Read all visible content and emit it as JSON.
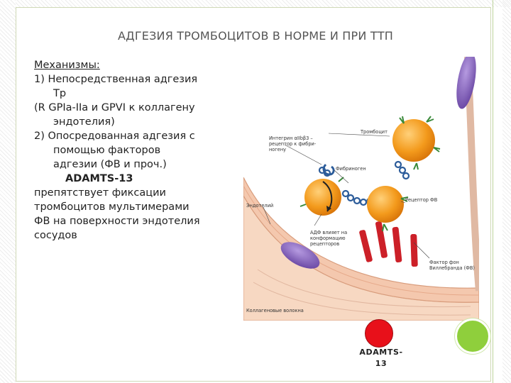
{
  "title": "АДГЕЗИЯ ТРОМБОЦИТОВ В НОРМЕ И ПРИ ТТП",
  "text": {
    "mechanisms_heading": "Механизмы:",
    "item1_line1": "1)  Непосредственная адгезия",
    "item1_line2": "Тр",
    "item1_line3": " (R GPIa-IIa  и GPVI к коллагену",
    "item1_line4": "эндотелия)",
    "item2_line1": "2) Опосредованная адгезия с",
    "item2_line2": "помощью факторов",
    "item2_line3": "адгезии (ФВ и проч.)",
    "adamts_heading": "ADAMTS-13",
    "body_line1": "препятствует фиксации",
    "body_line2": "тромбоцитов мультимерами",
    "body_line3": "ФВ на поверхности эндотелия",
    "body_line4": "сосудов"
  },
  "diagram": {
    "label_integrin": "Интегрин αIIbβ3 –",
    "label_integrin2": "рецептор к фибри-",
    "label_integrin3": "ногену",
    "label_platelet": "Тромбоцит",
    "label_fibrinogen": "Фибриноген",
    "label_endothelium": "Эндотелий",
    "label_vwf_receptor": "Рецептор ФВ",
    "label_adp1": "АДФ влияет на",
    "label_adp2": "конформацию",
    "label_adp3": "рецепторов",
    "label_vwf1": "Фактор фон",
    "label_vwf2": "Виллебранда (ФВ)",
    "label_collagen": "Коллагеновые волокна"
  },
  "bottom": {
    "adamts_line1": "ADAMTS-",
    "adamts_line2": "13"
  },
  "colors": {
    "platelet": "#f39a1c",
    "vessel_wall": "#f4c8ae",
    "cell_purple": "#7d5cb4",
    "adamts_red": "#e8101a",
    "green_dot": "#8fcf3c",
    "fibrinogen_blue": "#2c5c9a"
  }
}
